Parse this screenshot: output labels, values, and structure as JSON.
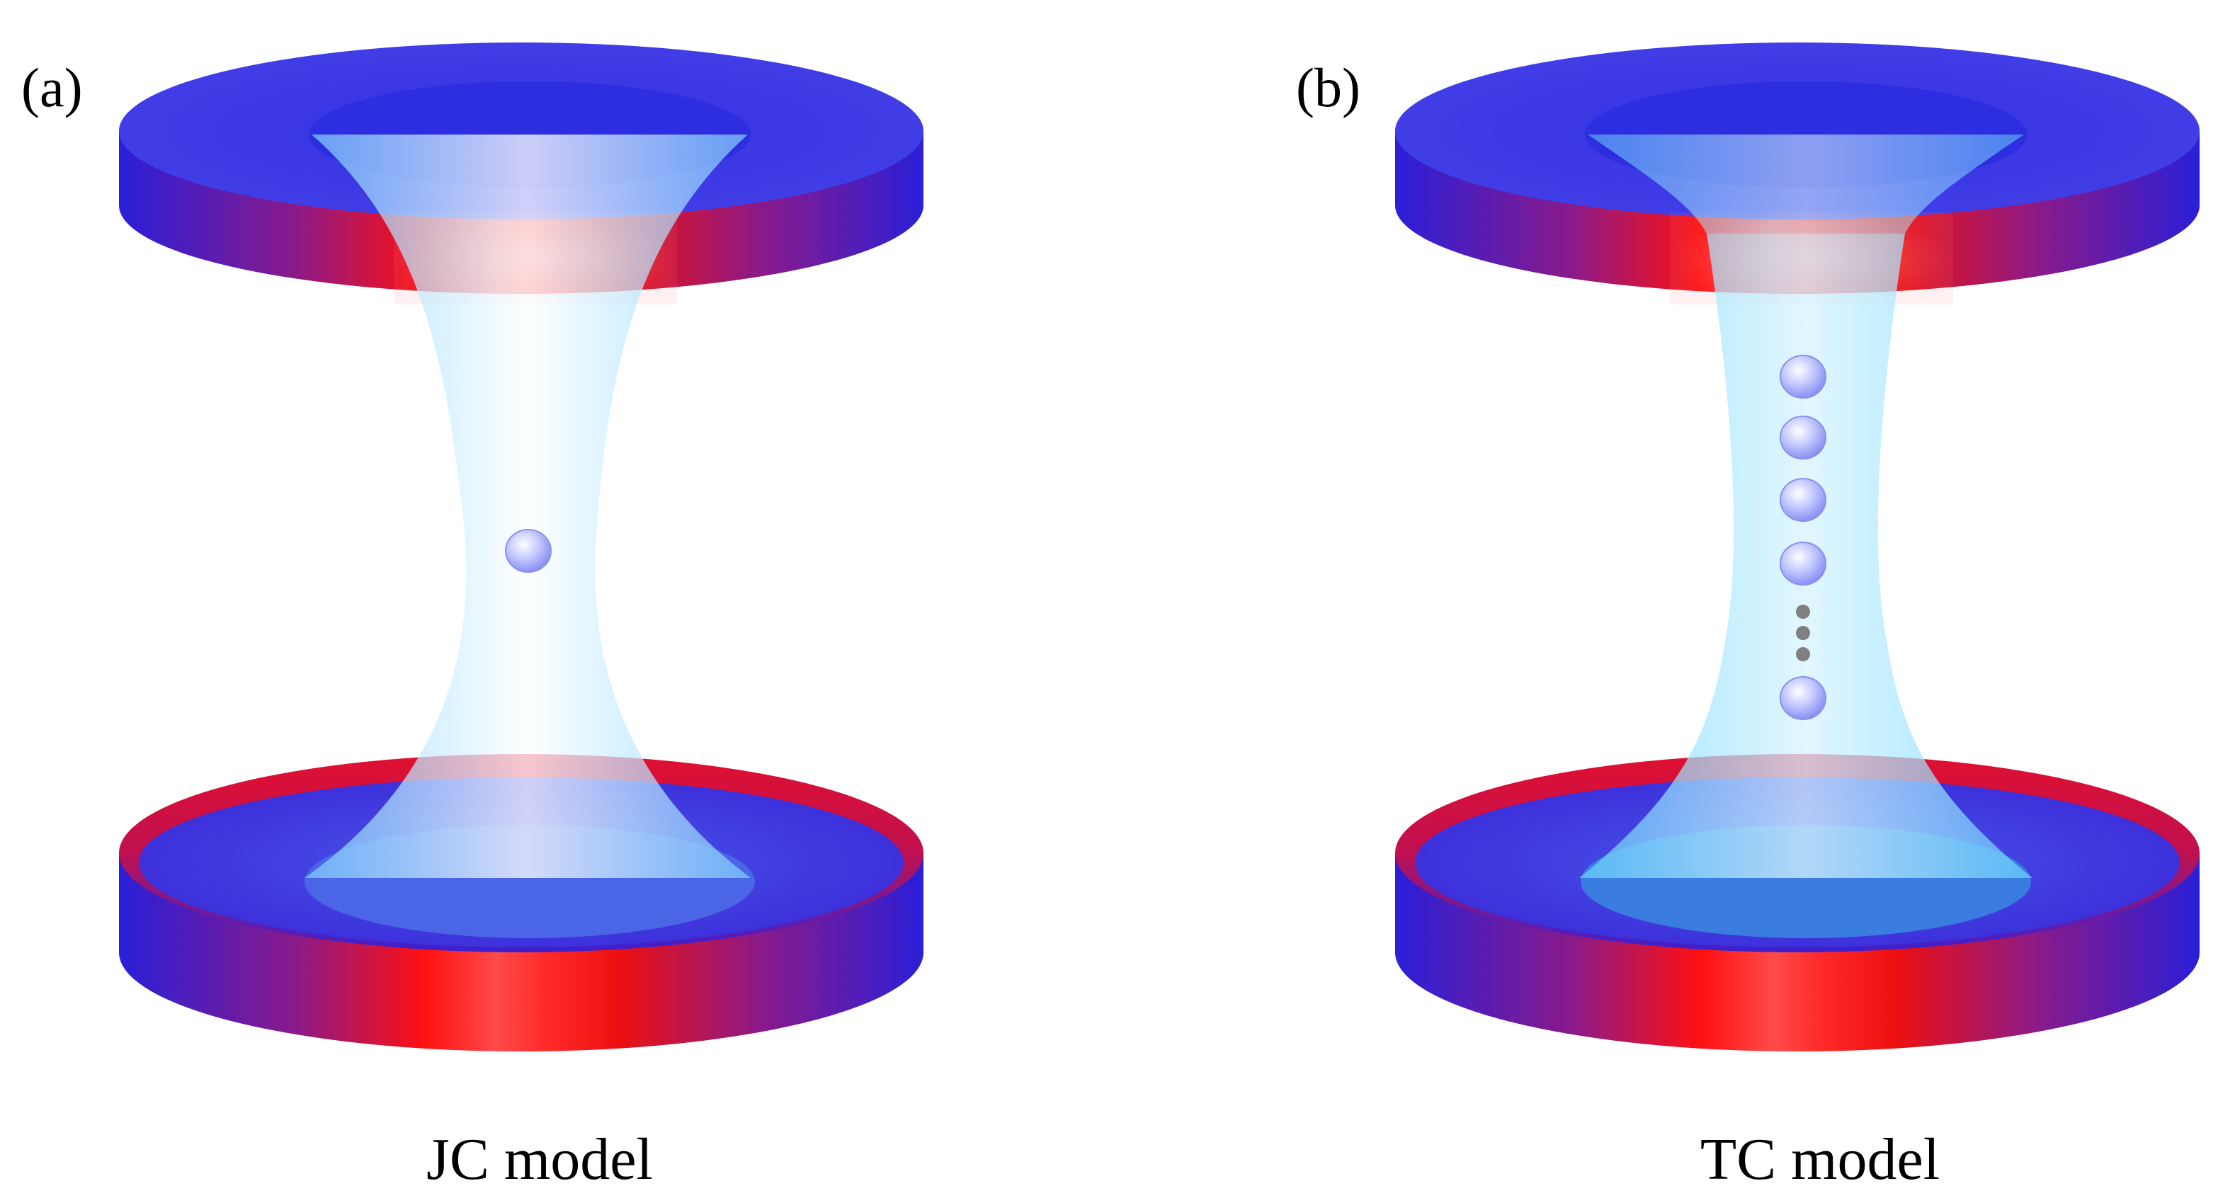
{
  "panels": [
    {
      "label": "(a)",
      "caption": "JC model",
      "atoms_shown": 1,
      "ellipsis": false
    },
    {
      "label": "(b)",
      "caption": "TC model",
      "atoms_shown": 5,
      "ellipsis": true
    }
  ],
  "colors": {
    "mirror_top": "#3f3be6",
    "mirror_side_red": "#ff1a1a",
    "mirror_side_blue": "#2a1fd8",
    "beam": "#8fdcff",
    "atom": "#9aa0ff",
    "ellipsis_dot": "#808080"
  }
}
